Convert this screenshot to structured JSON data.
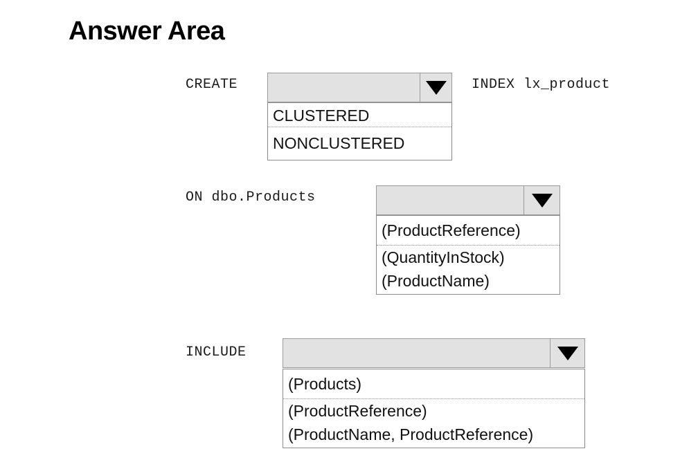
{
  "page": {
    "title": "Answer Area",
    "background": "#ffffff",
    "select_fill": "#e2e2e2",
    "select_border": "#9a9a9a",
    "list_border": "#8c8c8c",
    "text_color": "#000000"
  },
  "rows": [
    {
      "name": "create-index-row",
      "label": "CREATE",
      "suffix": "INDEX lx_product",
      "select": {
        "name": "index-type-select",
        "value": "",
        "arrow_icon": "triangle-down-icon",
        "expanded": true
      },
      "options": [
        {
          "label": "CLUSTERED",
          "separator_below": true
        },
        {
          "label": "NONCLUSTERED",
          "separator_below": false
        }
      ]
    },
    {
      "name": "on-table-row",
      "label": "ON dbo.Products",
      "suffix": "",
      "select": {
        "name": "key-columns-select",
        "value": "",
        "arrow_icon": "triangle-down-icon",
        "expanded": true
      },
      "options": [
        {
          "label": "(ProductReference)",
          "separator_below": true
        },
        {
          "label": "(QuantityInStock)",
          "separator_below": false
        },
        {
          "label": "(ProductName)",
          "separator_below": false
        }
      ]
    },
    {
      "name": "include-row",
      "label": "INCLUDE",
      "suffix": "",
      "select": {
        "name": "include-columns-select",
        "value": "",
        "arrow_icon": "triangle-down-icon",
        "expanded": true
      },
      "options": [
        {
          "label": "(Products)",
          "separator_below": true
        },
        {
          "label": "(ProductReference)",
          "separator_below": false
        },
        {
          "label": "(ProductName, ProductReference)",
          "separator_below": false
        }
      ]
    }
  ]
}
